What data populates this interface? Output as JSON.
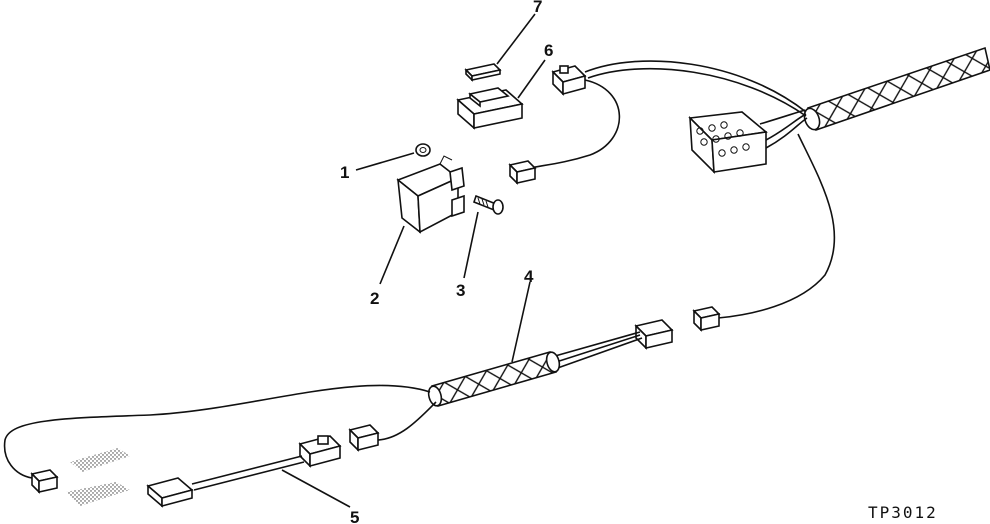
{
  "callouts": [
    "1",
    "2",
    "3",
    "4",
    "5",
    "6",
    "7"
  ],
  "figure_ref": "TP3012"
}
